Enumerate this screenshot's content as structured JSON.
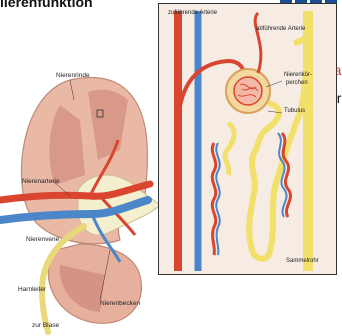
{
  "header": {
    "title_fragment": "iierenfunktion"
  },
  "side_text": {
    "red_fragment": "rate",
    "dark_fragment": "ar"
  },
  "kidney_labels": {
    "nierenrinde": "Nierenrinde",
    "nierenarterie": "Nierenarterie",
    "nierenvene": "Nierenvene",
    "harnleiter": "Harnleiter",
    "zur_blase": "zur Blase",
    "nierenbecken": "Nierenbecken"
  },
  "nephron_labels": {
    "zufuehrende_arterie": "zuführende Arterie",
    "abfuehrende_arterie": "abführende Arterie",
    "nierenkoerperchen_1": "Nierenkör-",
    "nierenkoerperchen_2": "perchen",
    "tubulus": "Tubulus",
    "sammelrohr": "Sammelrohr"
  },
  "colors": {
    "artery": "#d9452e",
    "vein": "#4a86c8",
    "tubule": "#f1e06a",
    "kidney": "#e9b8a6",
    "kidney_dark": "#c98a7a",
    "inset_bg": "#f6ece3",
    "logo": "#1a4d8f"
  }
}
